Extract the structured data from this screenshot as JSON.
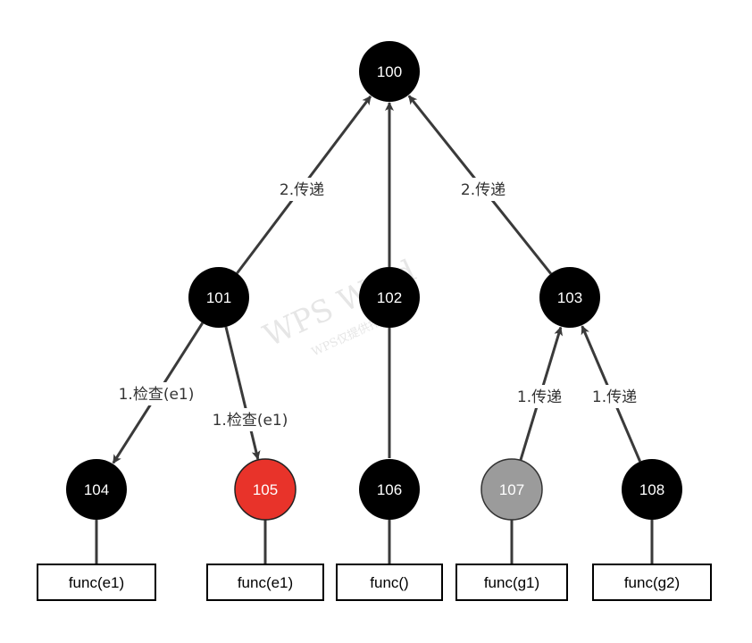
{
  "colors": {
    "node_default": "#000000",
    "node_highlight": "#e8332a",
    "node_muted": "#9b9b9b",
    "edge": "#3a3a3a",
    "box_border": "#000000"
  },
  "nodes": [
    {
      "id": "n100",
      "label": "100",
      "state": "default"
    },
    {
      "id": "n101",
      "label": "101",
      "state": "default"
    },
    {
      "id": "n102",
      "label": "102",
      "state": "default"
    },
    {
      "id": "n103",
      "label": "103",
      "state": "default"
    },
    {
      "id": "n104",
      "label": "104",
      "state": "default"
    },
    {
      "id": "n105",
      "label": "105",
      "state": "highlight"
    },
    {
      "id": "n106",
      "label": "106",
      "state": "default"
    },
    {
      "id": "n107",
      "label": "107",
      "state": "muted"
    },
    {
      "id": "n108",
      "label": "108",
      "state": "default"
    }
  ],
  "edges": [
    {
      "from": "n101",
      "to": "n100",
      "label": "2.传递",
      "arrow": true
    },
    {
      "from": "n102",
      "to": "n100",
      "label": "",
      "arrow": true
    },
    {
      "from": "n103",
      "to": "n100",
      "label": "2.传递",
      "arrow": true
    },
    {
      "from": "n101",
      "to": "n104",
      "label": "1.检查(e1)",
      "arrow": true
    },
    {
      "from": "n101",
      "to": "n105",
      "label": "1.检查(e1)",
      "arrow": true
    },
    {
      "from": "n102",
      "to": "n106",
      "label": "",
      "arrow": false
    },
    {
      "from": "n107",
      "to": "n103",
      "label": "1.传递",
      "arrow": true
    },
    {
      "from": "n108",
      "to": "n103",
      "label": "1.传递",
      "arrow": true
    }
  ],
  "func_boxes": [
    {
      "node": "n104",
      "label": "func(e1)"
    },
    {
      "node": "n105",
      "label": "func(e1)"
    },
    {
      "node": "n106",
      "label": "func()"
    },
    {
      "node": "n107",
      "label": "func(g1)"
    },
    {
      "node": "n108",
      "label": "func(g2)"
    }
  ],
  "watermark": {
    "line1": "WPS Word",
    "line2": "WPS仅提供排版服务"
  }
}
